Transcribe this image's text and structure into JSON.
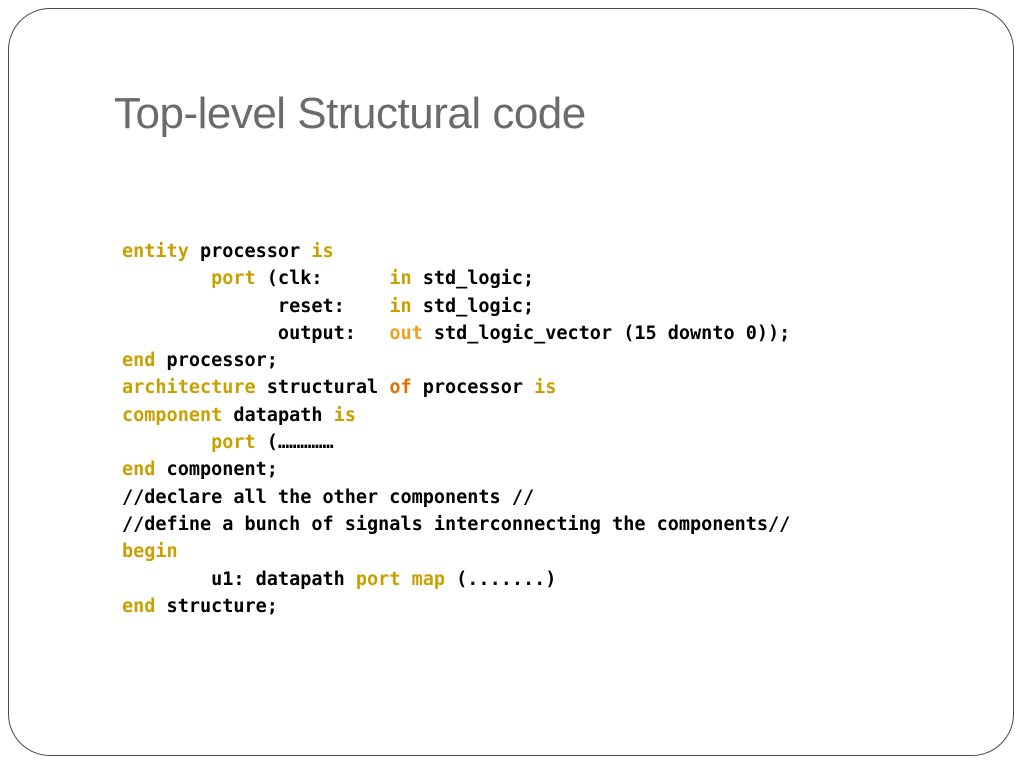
{
  "slide": {
    "title": "Top-level Structural code"
  },
  "code": {
    "lines": [
      [
        {
          "t": "kw",
          "v": "entity"
        },
        {
          "t": "txt",
          "v": " processor "
        },
        {
          "t": "kw",
          "v": "is"
        }
      ],
      [
        {
          "t": "txt",
          "v": "        "
        },
        {
          "t": "kw",
          "v": "port"
        },
        {
          "t": "txt",
          "v": " (clk:      "
        },
        {
          "t": "kw",
          "v": "in"
        },
        {
          "t": "txt",
          "v": " std_logic;"
        }
      ],
      [
        {
          "t": "txt",
          "v": "              reset:    "
        },
        {
          "t": "kw",
          "v": "in"
        },
        {
          "t": "txt",
          "v": " std_logic;"
        }
      ],
      [
        {
          "t": "txt",
          "v": "              output:   "
        },
        {
          "t": "out",
          "v": "out"
        },
        {
          "t": "txt",
          "v": " std_logic_vector (15 downto 0));"
        }
      ],
      [
        {
          "t": "kw",
          "v": "end"
        },
        {
          "t": "txt",
          "v": " processor;"
        }
      ],
      [
        {
          "t": "kw",
          "v": "architecture"
        },
        {
          "t": "txt",
          "v": " structural "
        },
        {
          "t": "of",
          "v": "of"
        },
        {
          "t": "txt",
          "v": " processor "
        },
        {
          "t": "kw",
          "v": "is"
        }
      ],
      [
        {
          "t": "kw",
          "v": "component"
        },
        {
          "t": "txt",
          "v": " datapath "
        },
        {
          "t": "kw",
          "v": "is"
        }
      ],
      [
        {
          "t": "txt",
          "v": "        "
        },
        {
          "t": "kw",
          "v": "port"
        },
        {
          "t": "txt",
          "v": " (……………"
        }
      ],
      [
        {
          "t": "kw",
          "v": "end"
        },
        {
          "t": "txt",
          "v": " component;"
        }
      ],
      [
        {
          "t": "txt",
          "v": "//declare all the other components //"
        }
      ],
      [
        {
          "t": "txt",
          "v": "//define a bunch of signals interconnecting the components//"
        }
      ],
      [
        {
          "t": "kw",
          "v": "begin"
        }
      ],
      [
        {
          "t": "txt",
          "v": "        u1: datapath "
        },
        {
          "t": "kw",
          "v": "port map"
        },
        {
          "t": "txt",
          "v": " (.......)"
        }
      ],
      [
        {
          "t": "kw",
          "v": "end"
        },
        {
          "t": "txt",
          "v": " structure;"
        }
      ]
    ]
  },
  "colors": {
    "keyword": "#c8a000",
    "keyword_of": "#e07000",
    "keyword_out": "#f0a020",
    "text": "#000000",
    "title": "#6b6b6b",
    "frame_border": "#4a4a4a"
  }
}
